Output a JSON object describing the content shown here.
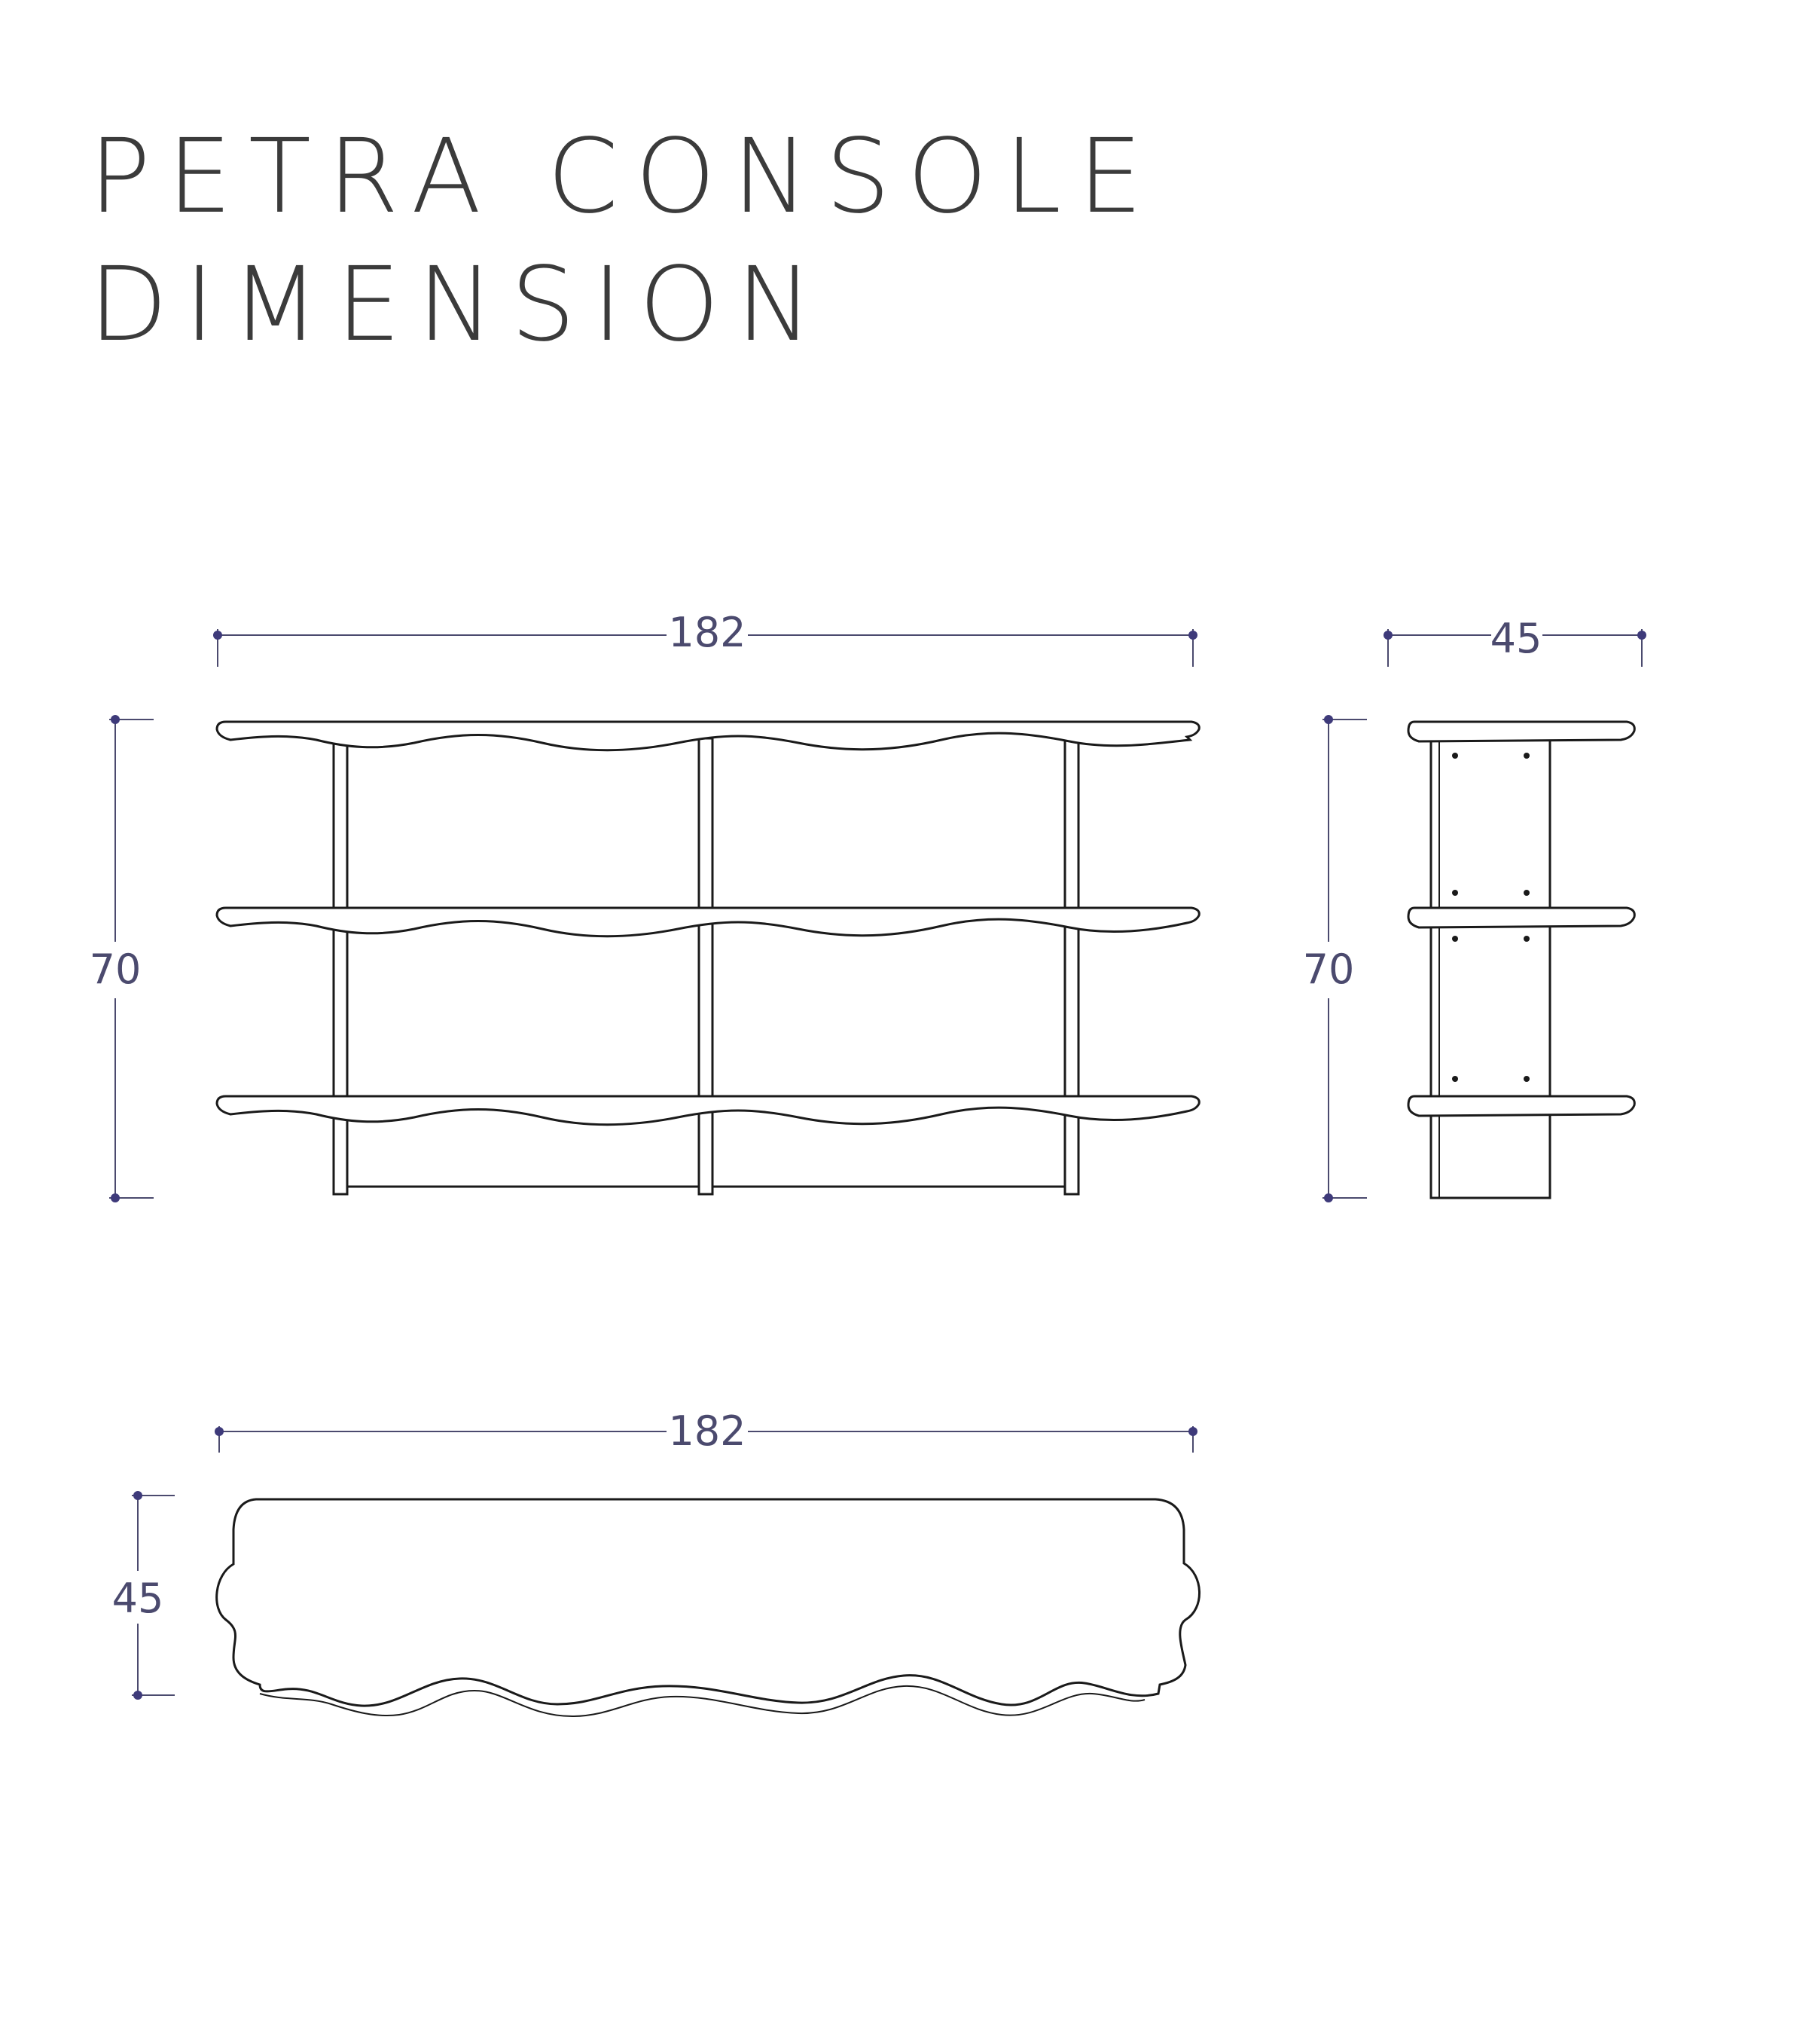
{
  "title": {
    "line1": "PETRA CONSOLE",
    "line2": "DIMENSION"
  },
  "colors": {
    "line": "#1a1a1a",
    "dimension": "#4b4a6e",
    "dot": "#3e3a7a",
    "title": "#3b3b3b"
  },
  "front_view": {
    "width_label": "182",
    "height_label": "70"
  },
  "side_view": {
    "depth_label": "45",
    "height_label": "70"
  },
  "top_view": {
    "width_label": "182",
    "depth_label": "45"
  }
}
